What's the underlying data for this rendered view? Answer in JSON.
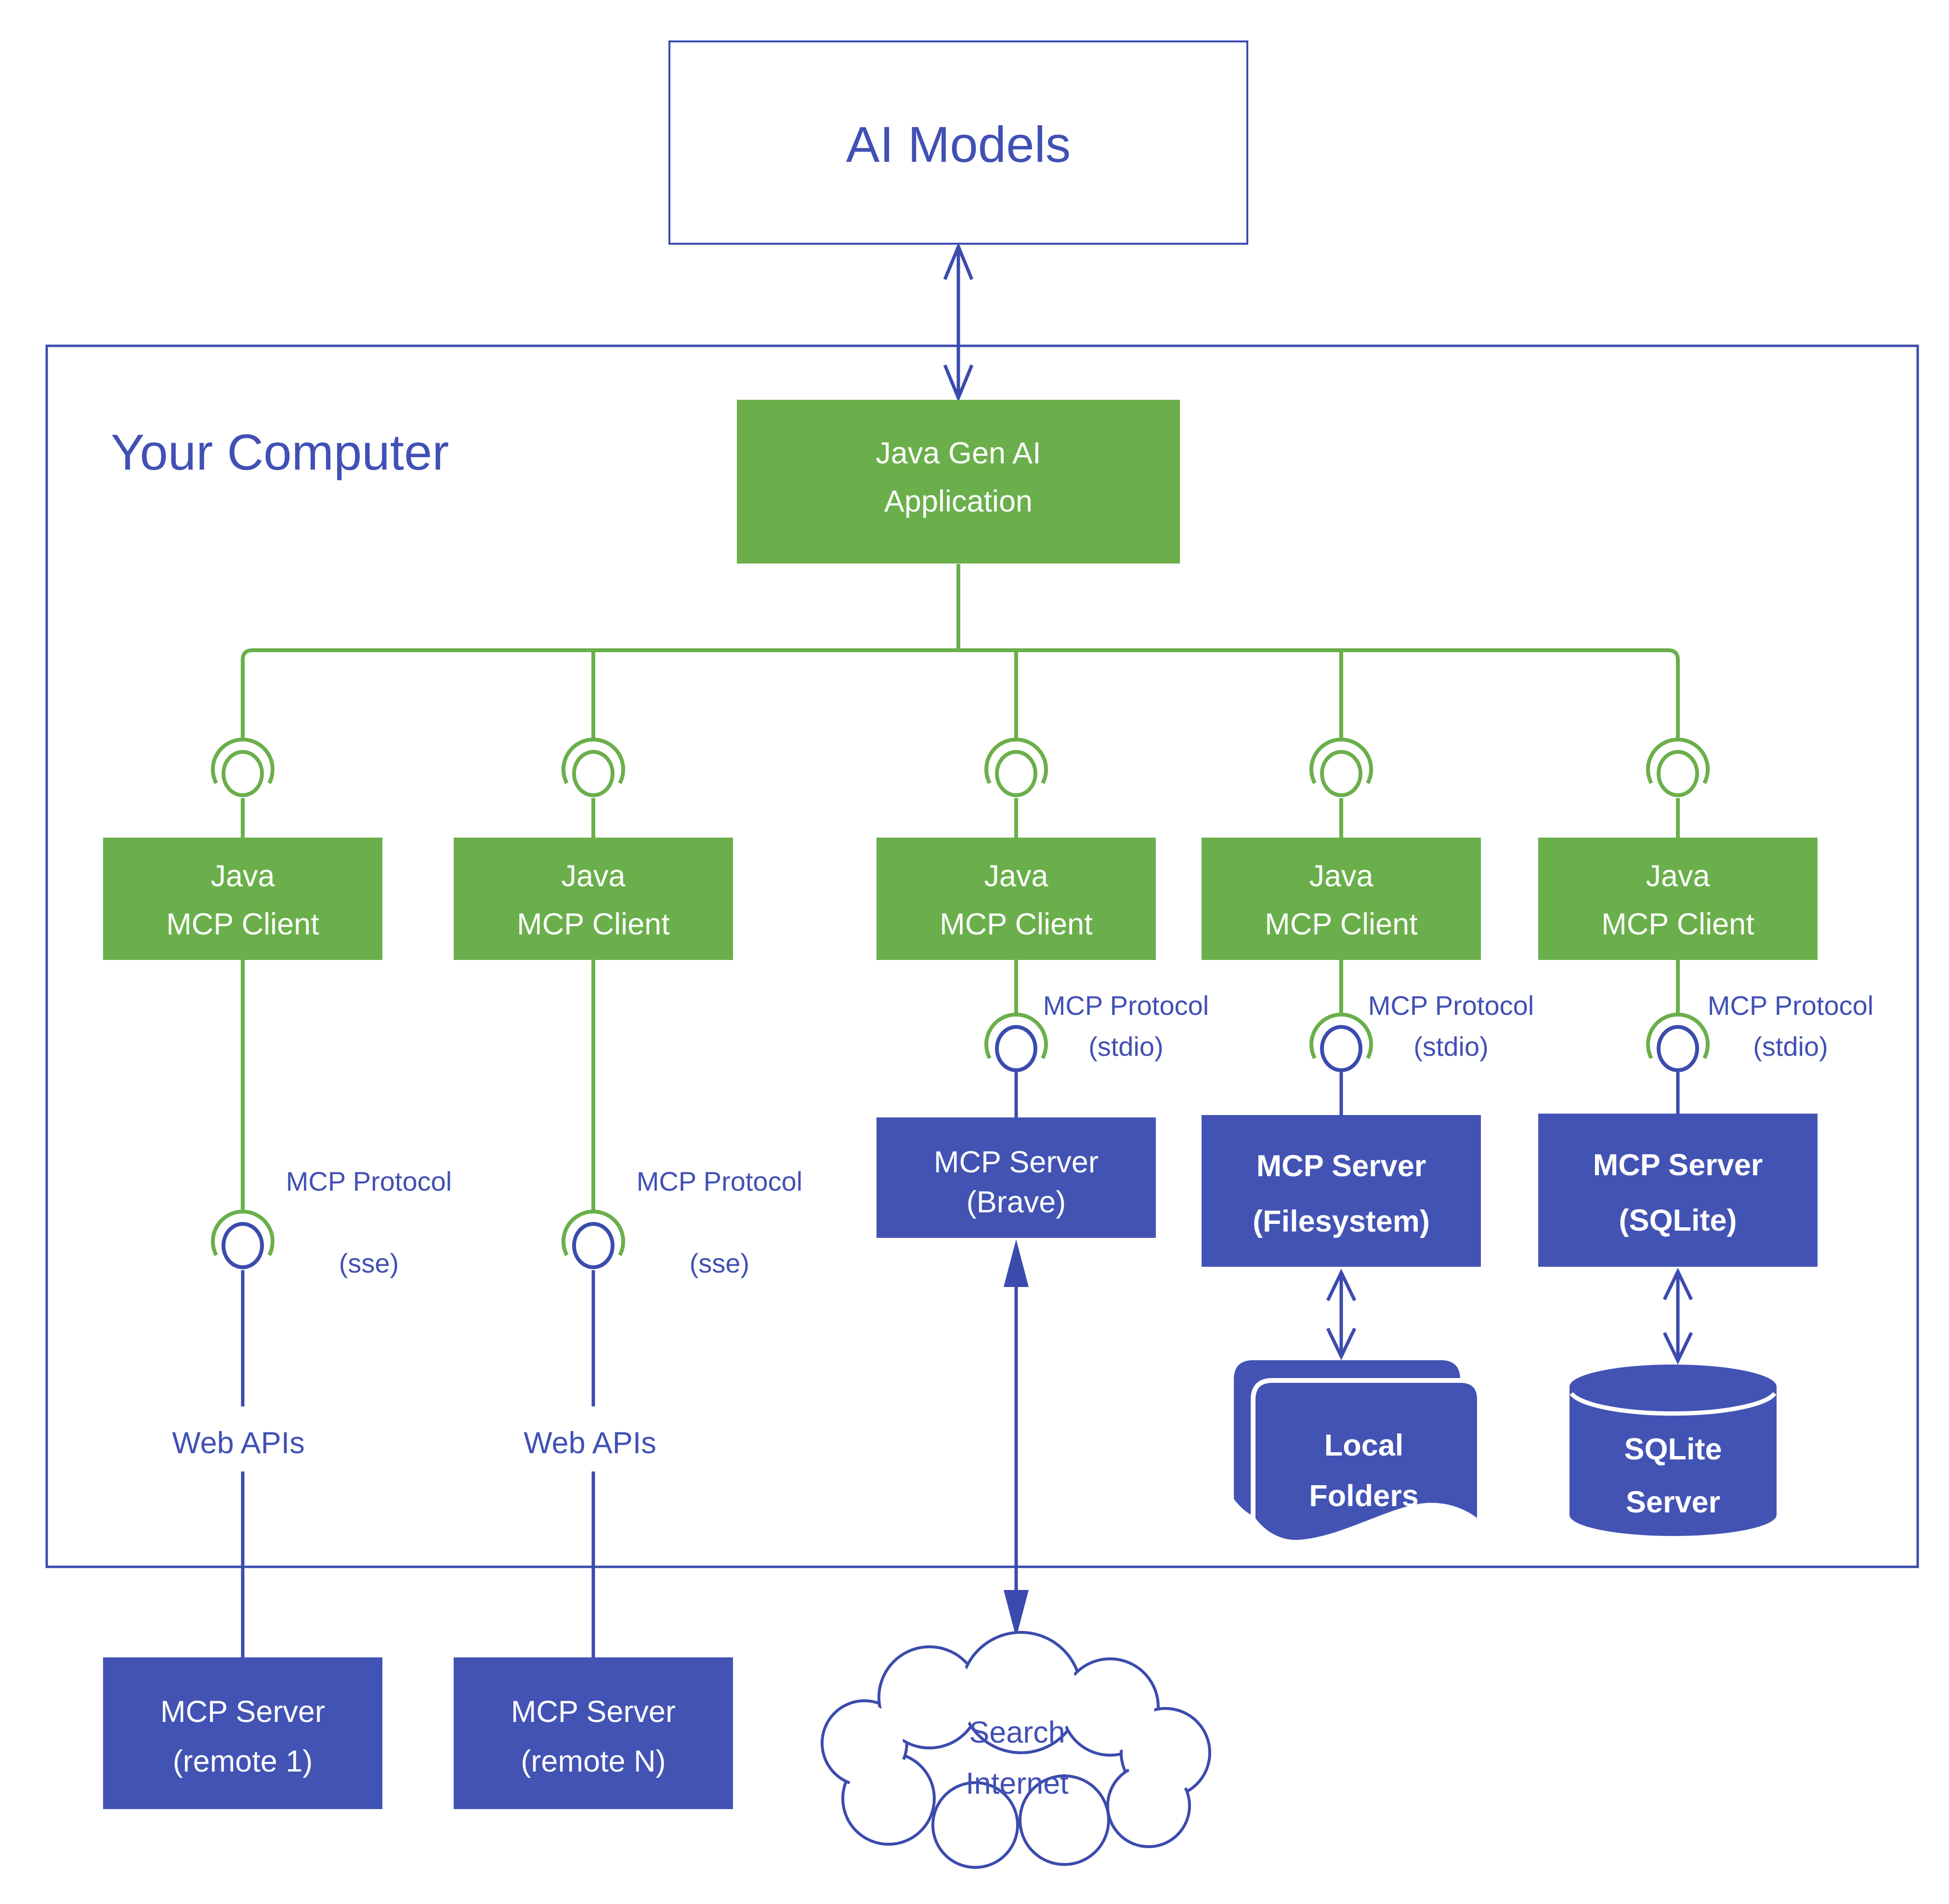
{
  "colors": {
    "green": "#6AAF4B",
    "blue_fill": "#4353B4",
    "blue_line": "#3B4BAD",
    "blue_text": "#4150B4"
  },
  "title": {
    "ai_models": "AI Models",
    "your_computer": "Your Computer"
  },
  "app": {
    "line1": "Java Gen AI",
    "line2": "Application"
  },
  "clients": [
    {
      "line1": "Java",
      "line2": "MCP Client"
    },
    {
      "line1": "Java",
      "line2": "MCP Client"
    },
    {
      "line1": "Java",
      "line2": "MCP Client"
    },
    {
      "line1": "Java",
      "line2": "MCP Client"
    },
    {
      "line1": "Java",
      "line2": "MCP Client"
    }
  ],
  "protocols": {
    "sse": {
      "line1": "MCP Protocol",
      "line2": "(sse)"
    },
    "stdio": {
      "line1": "MCP Protocol",
      "line2": "(stdio)"
    }
  },
  "servers": {
    "brave": {
      "line1": "MCP Server",
      "line2": "(Brave)"
    },
    "filesystem": {
      "line1": "MCP Server",
      "line2": "(Filesystem)"
    },
    "sqlite": {
      "line1": "MCP Server",
      "line2": "(SQLite)"
    }
  },
  "web_apis": "Web APIs",
  "storage": {
    "local_folders": {
      "line1": "Local",
      "line2": "Folders"
    },
    "sqlite_server": {
      "line1": "SQLite",
      "line2": "Server"
    }
  },
  "remote_servers": [
    {
      "line1": "MCP Server",
      "line2": "(remote 1)"
    },
    {
      "line1": "MCP Server",
      "line2": "(remote N)"
    }
  ],
  "cloud": {
    "line1": "Search",
    "line2": "Internet"
  }
}
